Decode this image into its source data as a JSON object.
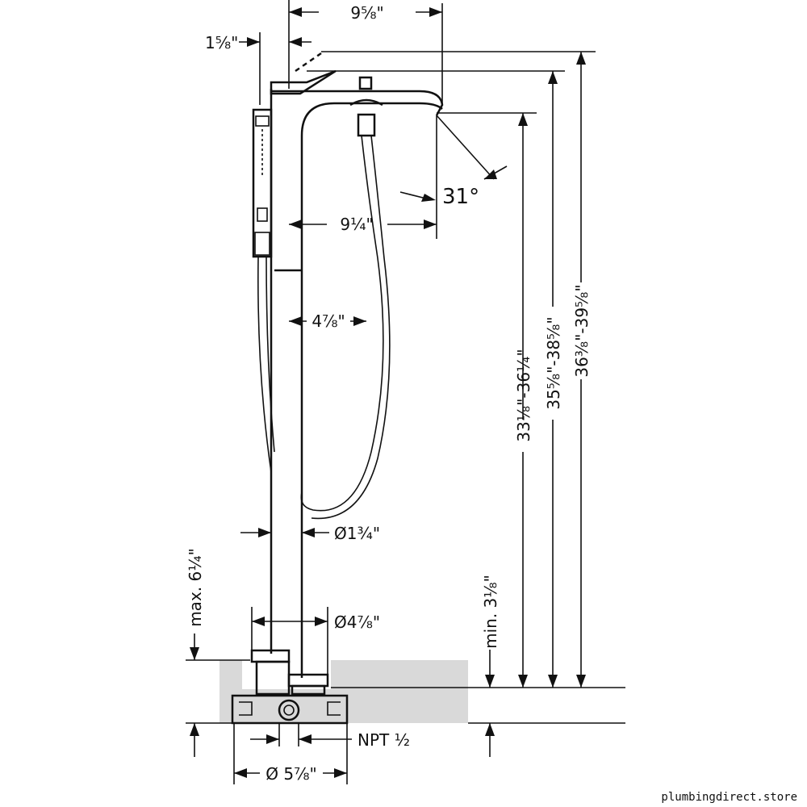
{
  "dimensions": {
    "spout_reach": "9⅝\"",
    "body_offset": "1⅝\"",
    "spout_angle": "31°",
    "inner_reach": "9¼\"",
    "hose_offset": "4⅞\"",
    "column_diameter": "Ø1¾\"",
    "base_diameter": "Ø4⅞\"",
    "flange_diameter": "Ø 5⅞\"",
    "thread": "NPT ½",
    "spout_height": "33⅛\"-36¼\"",
    "valve_height": "35⅝\"-38⅝\"",
    "total_height": "36⅜\"-39⅝\"",
    "max_depth": "max. 6¼\"",
    "min_depth": "min. 3⅛\""
  },
  "watermark": "plumbingdirect.store",
  "colors": {
    "line": "#111111",
    "floor": "#d9d9d9",
    "background": "#ffffff"
  }
}
